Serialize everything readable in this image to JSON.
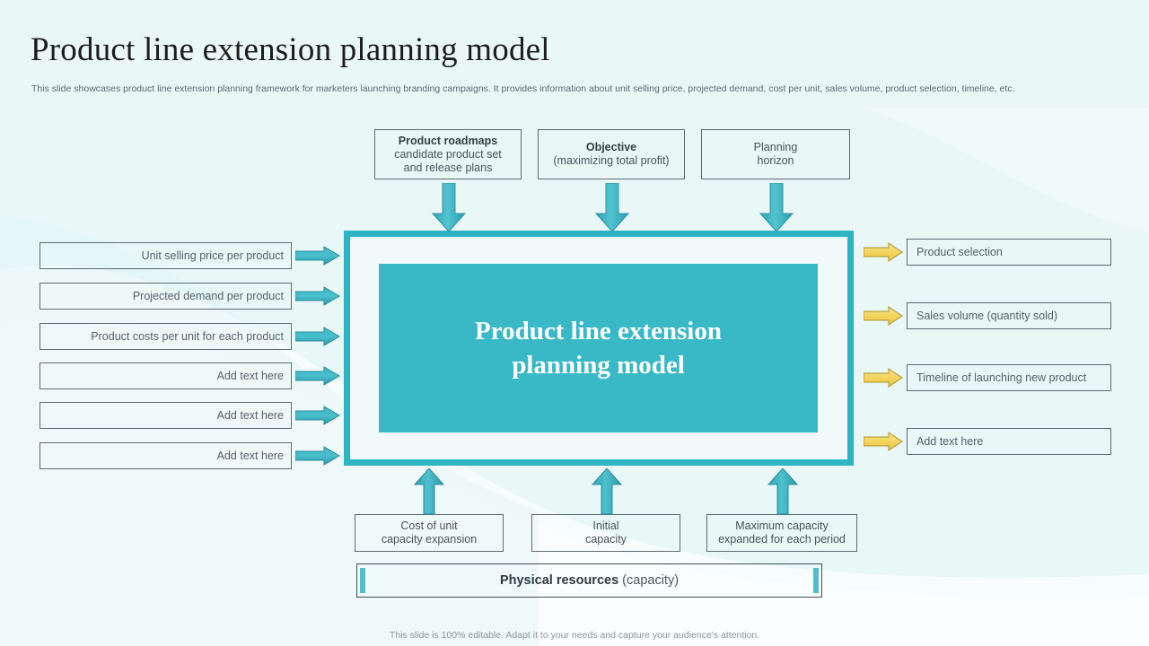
{
  "slide": {
    "title": "Product line extension planning model",
    "subtitle": "This slide showcases product line extension planning framework for marketers launching branding campaigns. It provides information about unit selling price, projected demand, cost per unit, sales volume, product selection, timeline, etc.",
    "footer": "This slide is 100% editable. Adapt it to your needs and capture your audience's attention."
  },
  "center": {
    "line1": "Product line extension",
    "line2": "planning model"
  },
  "top_boxes": [
    {
      "title": "Product roadmaps",
      "sub1": "candidate product set",
      "sub2": "and release plans"
    },
    {
      "title": "Objective",
      "sub1": "(maximizing total profit)",
      "sub2": ""
    },
    {
      "title": "",
      "sub1": "Planning",
      "sub2": "horizon"
    }
  ],
  "left_boxes": [
    {
      "label": "Unit selling price per product"
    },
    {
      "label": "Projected demand per product"
    },
    {
      "label": "Product costs per unit for each product"
    },
    {
      "label": "Add text here"
    },
    {
      "label": "Add text here"
    },
    {
      "label": "Add text here"
    }
  ],
  "right_boxes": [
    {
      "label": "Product selection"
    },
    {
      "label": "Sales volume (quantity sold)"
    },
    {
      "label": "Timeline of launching new product"
    },
    {
      "label": "Add text here"
    }
  ],
  "bottom_boxes": [
    {
      "line1": "Cost of unit",
      "line2": "capacity expansion"
    },
    {
      "line1": "Initial",
      "line2": "capacity"
    },
    {
      "line1": "Maximum capacity",
      "line2": "expanded for each period"
    }
  ],
  "physical_resources": {
    "strong": "Physical resources",
    "normal": " (capacity)"
  },
  "colors": {
    "background": "#eaf7f7",
    "teal_border": "#2eb5c4",
    "teal_fill": "#39b8c6",
    "teal_arrow_fill": "#3db7c6",
    "teal_arrow_stroke": "#2b7f8c",
    "yellow_arrow_fill": "#f5d966",
    "yellow_arrow_stroke": "#a8952f",
    "box_border": "#5d6b70",
    "text": "#53616a"
  },
  "icons": {
    "left_arrow_icon": "arrow-right-icon",
    "right_arrow_icon": "arrow-right-icon",
    "top_arrow_icon": "arrow-down-icon",
    "bottom_arrow_icon": "arrow-up-icon"
  }
}
